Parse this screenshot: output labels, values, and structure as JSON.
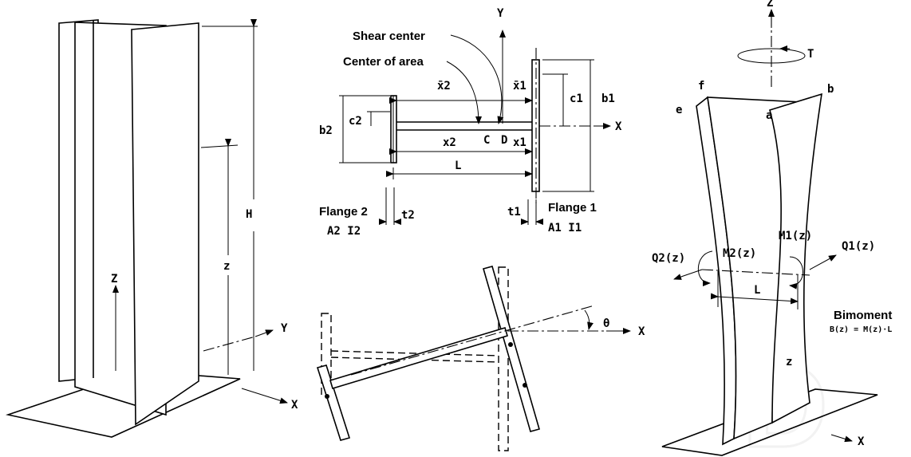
{
  "watermark": "D",
  "left_view": {
    "h_label": "H",
    "z_label": "z",
    "z_axis": "Z",
    "y_axis": "Y",
    "x_axis": "X"
  },
  "cross_section": {
    "shear_center": "Shear center",
    "center_of_area": "Center of area",
    "y_axis": "Y",
    "x_axis": "X",
    "xbar2": "x̄2",
    "xbar1": "x̄1",
    "x2": "x2",
    "x1": "x1",
    "b2": "b2",
    "c2": "c2",
    "c1": "c1",
    "b1": "b1",
    "point_c": "C",
    "point_d": "D",
    "l_label": "L",
    "t2": "t2",
    "t1": "t1",
    "flange2": "Flange 2",
    "flange1": "Flange 1",
    "a2i2": "A2 I2",
    "a1i1": "A1 I1"
  },
  "rotated_view": {
    "theta": "θ",
    "x_axis": "X"
  },
  "right_view": {
    "z_axis": "Z",
    "t_label": "T",
    "pt_f": "f",
    "pt_b": "b",
    "pt_e": "e",
    "pt_a": "a",
    "m2": "M2(z)",
    "m1": "M1(z)",
    "q2": "Q2(z)",
    "q1": "Q1(z)",
    "l_label": "L",
    "bimoment": "Bimoment",
    "bimoment_formula": "B(z) = M(z)·L",
    "z_label": "z",
    "x_axis": "X"
  }
}
